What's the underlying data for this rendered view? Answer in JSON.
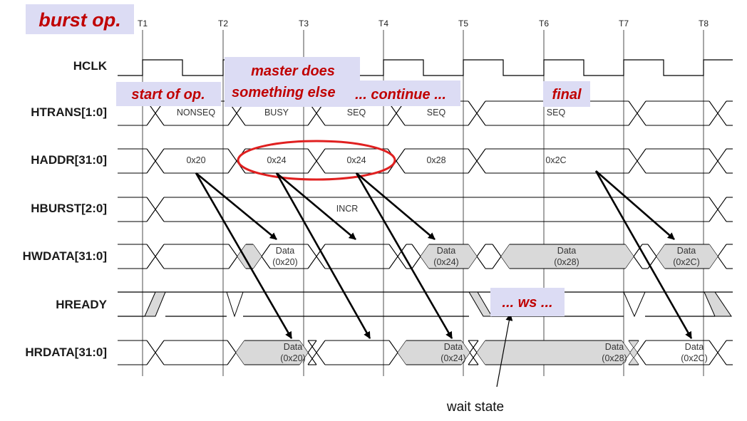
{
  "title": "burst op.",
  "clocks": [
    "T1",
    "T2",
    "T3",
    "T4",
    "T5",
    "T6",
    "T7",
    "T8"
  ],
  "signals": [
    "HCLK",
    "HTRANS[1:0]",
    "HADDR[31:0]",
    "HBURST[2:0]",
    "HWDATA[31:0]",
    "HREADY",
    "HRDATA[31:0]"
  ],
  "htrans": [
    "NONSEQ",
    "BUSY",
    "SEQ",
    "SEQ",
    "SEQ"
  ],
  "haddr": [
    "0x20",
    "0x24",
    "0x24",
    "0x28",
    "0x2C"
  ],
  "hburst": "INCR",
  "hwdata": {
    "data_label": "Data",
    "values": [
      "(0x20)",
      "(0x24)",
      "(0x28)",
      "(0x2C)"
    ]
  },
  "hrdata": {
    "data_label": "Data",
    "values": [
      "(0x20)",
      "(0x24)",
      "(0x28)",
      "(0x2C)"
    ]
  },
  "notes": {
    "start": "start of op.",
    "master_line1": "master does",
    "master_line2": "something else",
    "continue": "... continue ...",
    "final": "final",
    "ws": "... ws ..."
  },
  "wait_state_label": "wait state",
  "colors": {
    "note_text": "#c00000",
    "note_bg": "#dcdcf4",
    "highlight": "#e02020",
    "shaded": "#d9d9d9"
  }
}
